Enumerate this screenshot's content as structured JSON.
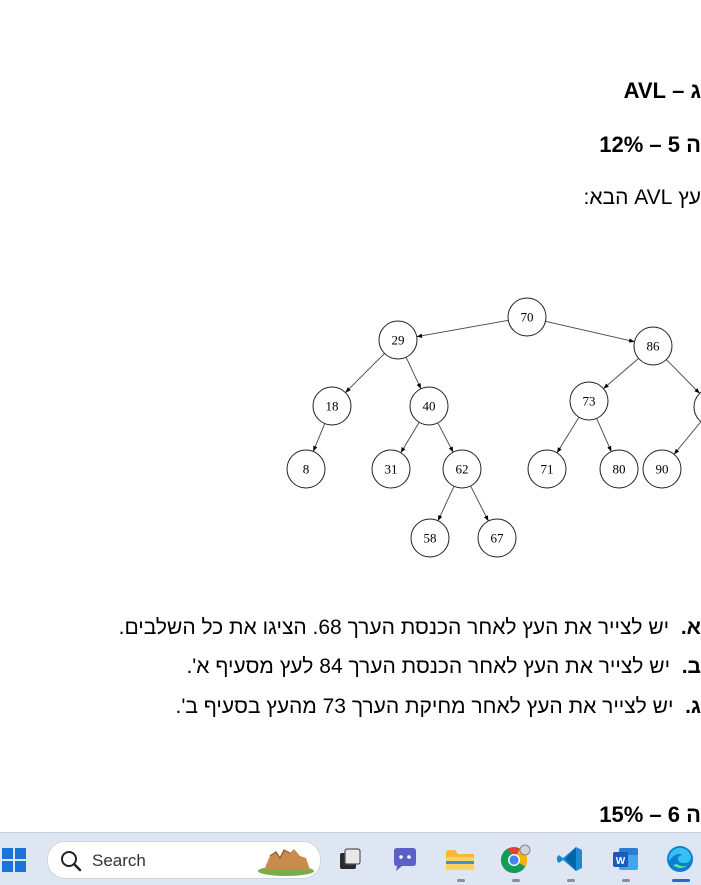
{
  "document": {
    "section_title": "ג – AVL",
    "question_title": "ה 5 – 12%",
    "intro": "עץ AVL הבא:",
    "tree_nodes": [
      "70",
      "29",
      "86",
      "18",
      "40",
      "73",
      "8",
      "31",
      "62",
      "71",
      "80",
      "90",
      "58",
      "67"
    ],
    "items": [
      {
        "marker": "א.",
        "text": "יש לצייר את העץ לאחר הכנסת הערך 68. הציגו את כל השלבים."
      },
      {
        "marker": "ב.",
        "text": "יש לצייר את העץ לאחר הכנסת הערך 84 לעץ מסעיף א'."
      },
      {
        "marker": "ג.",
        "text": "יש לצייר את העץ לאחר מחיקת הערך 73 מהעץ בסעיף ב'."
      }
    ],
    "next_question_title": "ה 6 – 15%"
  },
  "taskbar": {
    "search_placeholder": "Search",
    "apps": [
      "windows-start",
      "search",
      "widgets",
      "task-view",
      "teams",
      "file-explorer",
      "chrome",
      "vscode",
      "word",
      "edge"
    ]
  }
}
